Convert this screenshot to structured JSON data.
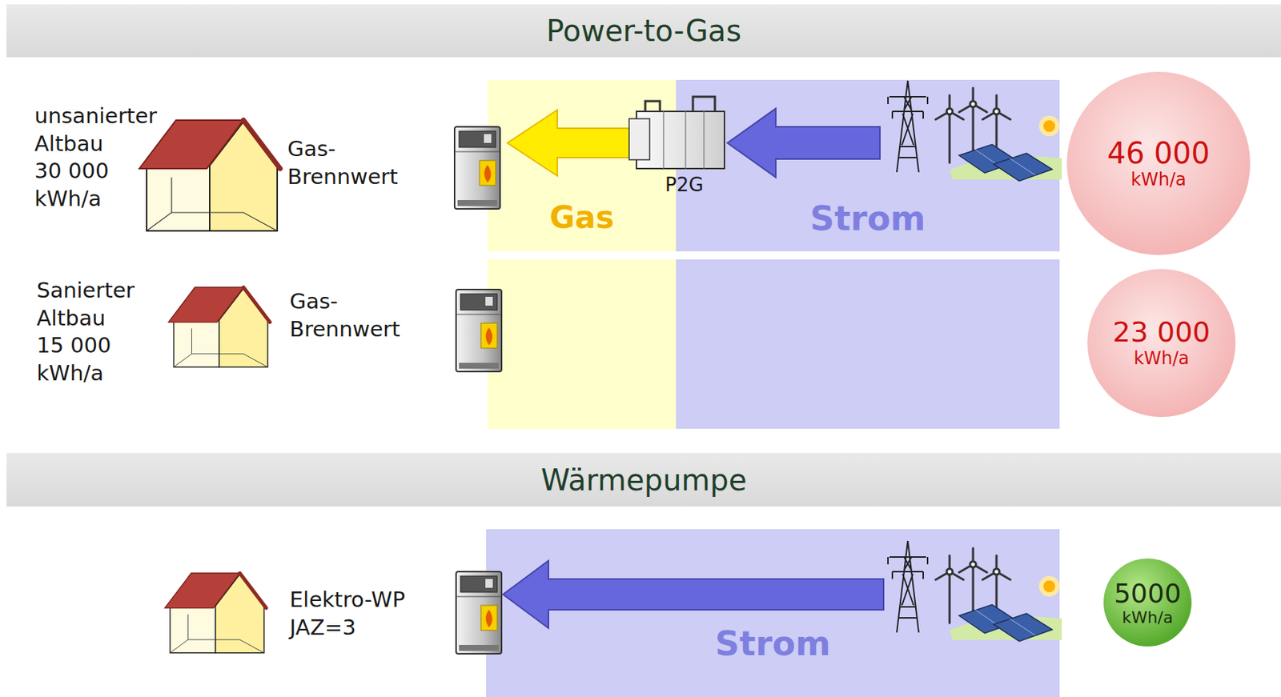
{
  "diagram": {
    "nodes": [
      {
        "text": [
          "Power-to-Gas"
        ]
      },
      {
        "text": [
          "Gas"
        ]
      },
      {
        "text": [
          "Strom"
        ]
      },
      {
        "text": [
          "46 000",
          "kWh/a"
        ]
      },
      {
        "text": [
          "23 000",
          "kWh/a"
        ]
      },
      {
        "text": [
          "Wärmepumpe"
        ]
      },
      {
        "text": [
          "Strom"
        ]
      },
      {
        "text": [
          "5000",
          "kWh/a"
        ]
      }
    ],
    "labels": [
      "unsanierter Altbau 30 000 kWh/a",
      "Gas- Brennwert",
      "P2G",
      "Sanierter Altbau 15 000 kWh/a",
      "Gas- Brennwert",
      "Elektro-WP JAZ=3"
    ]
  }
}
